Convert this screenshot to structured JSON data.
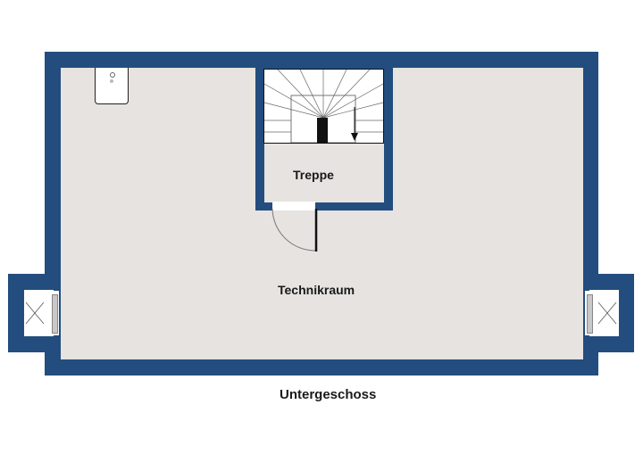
{
  "plan": {
    "floor_title": "Untergeschoss",
    "rooms": [
      {
        "name": "Technikraum"
      },
      {
        "name": "Treppe"
      }
    ],
    "colors": {
      "wall": "#234d7e",
      "floor": "#e6e3e0",
      "background": "#ffffff"
    },
    "symbols": [
      "stair-icon",
      "door-swing-icon",
      "window-icon",
      "boiler-icon",
      "light-well-icon"
    ]
  }
}
